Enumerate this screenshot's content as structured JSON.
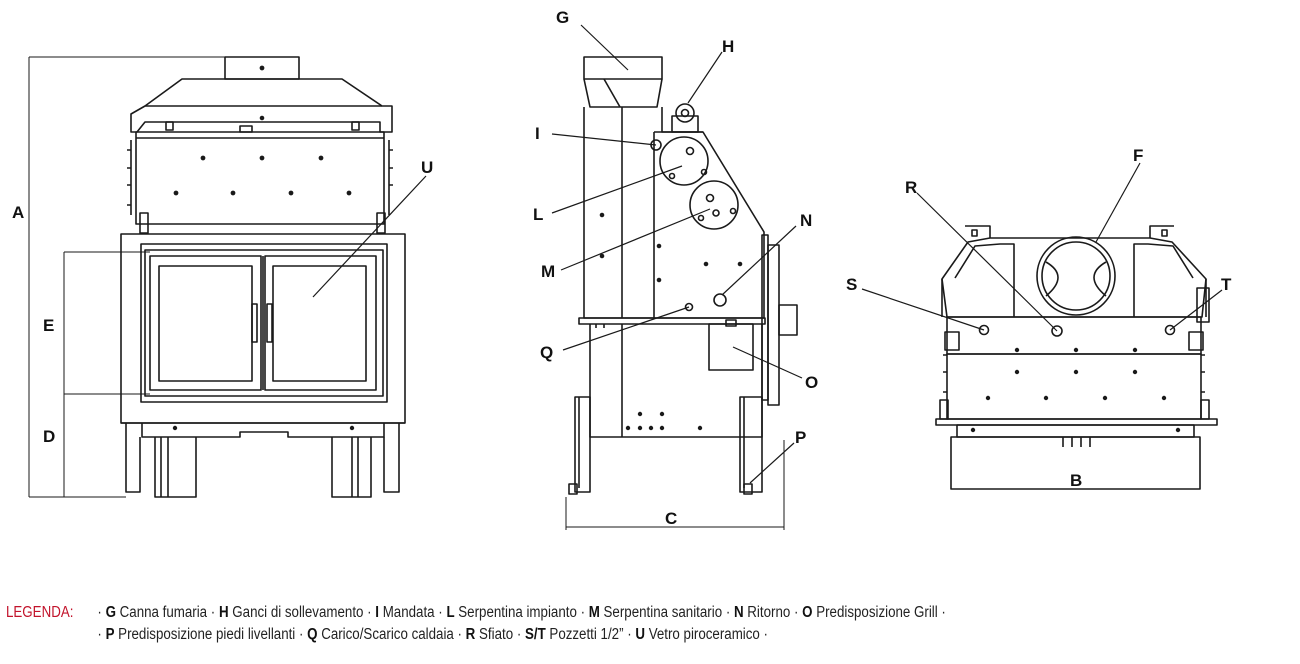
{
  "labels": {
    "a": "A",
    "b": "B",
    "c": "C",
    "d": "D",
    "e": "E",
    "f": "F",
    "g": "G",
    "h": "H",
    "i": "I",
    "l": "L",
    "m": "M",
    "n": "N",
    "o": "O",
    "p": "P",
    "q": "Q",
    "r": "R",
    "s": "S",
    "t": "T",
    "u": "U"
  },
  "legend": {
    "title": "LEGENDA:",
    "line1": [
      {
        "key": "G",
        "text": "Canna fumaria"
      },
      {
        "key": "H",
        "text": "Ganci di sollevamento"
      },
      {
        "key": "I",
        "text": "Mandata"
      },
      {
        "key": "L",
        "text": "Serpentina impianto"
      },
      {
        "key": "M",
        "text": "Serpentina sanitario"
      },
      {
        "key": "N",
        "text": "Ritorno"
      },
      {
        "key": "O",
        "text": "Predisposizione Grill"
      }
    ],
    "line2": [
      {
        "key": "P",
        "text": "Predisposizione piedi livellanti"
      },
      {
        "key": "Q",
        "text": "Carico/Scarico caldaia"
      },
      {
        "key": "R",
        "text": "Sfiato"
      },
      {
        "key": "S/T",
        "text": "Pozzetti 1/2”"
      },
      {
        "key": "U",
        "text": "Vetro piroceramico"
      }
    ]
  },
  "colors": {
    "legend_title": "#c2132b",
    "line": "#1a1a1a"
  }
}
